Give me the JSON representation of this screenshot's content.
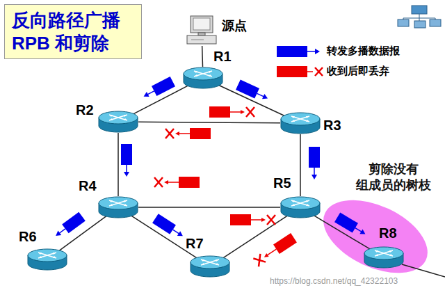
{
  "diagram": {
    "title": "反向路径广播 RPB 和剪除",
    "nodes": [
      {
        "text": [
          "源点"
        ]
      },
      {
        "text": [
          "R1"
        ]
      },
      {
        "text": [
          "R2"
        ]
      },
      {
        "text": [
          "R3"
        ]
      },
      {
        "text": [
          "R4"
        ]
      },
      {
        "text": [
          "R5"
        ]
      },
      {
        "text": [
          "R6"
        ]
      },
      {
        "text": [
          "R7"
        ]
      },
      {
        "text": [
          "R8"
        ]
      }
    ],
    "edges": [
      {
        "from": 0,
        "to": 1,
        "arrow": "none"
      },
      {
        "from": 1,
        "to": 2,
        "arrow": "none"
      },
      {
        "from": 1,
        "to": 3,
        "arrow": "none"
      },
      {
        "from": 2,
        "to": 3,
        "arrow": "none"
      },
      {
        "from": 2,
        "to": 4,
        "arrow": "none"
      },
      {
        "from": 3,
        "to": 5,
        "arrow": "none"
      },
      {
        "from": 4,
        "to": 5,
        "arrow": "none"
      },
      {
        "from": 4,
        "to": 6,
        "arrow": "none"
      },
      {
        "from": 4,
        "to": 7,
        "arrow": "none"
      },
      {
        "from": 7,
        "to": 5,
        "arrow": "none"
      },
      {
        "from": 5,
        "to": 8,
        "arrow": "none"
      }
    ],
    "labels": [
      "剪除没有 组成员的树枝",
      "https://blog.csdn.net/qq_42322103"
    ],
    "legend": [
      {
        "text": "转发多播数据报",
        "color": "#0000ee"
      },
      {
        "text": "收到后即丢弃",
        "color": "#ee0000"
      }
    ]
  }
}
